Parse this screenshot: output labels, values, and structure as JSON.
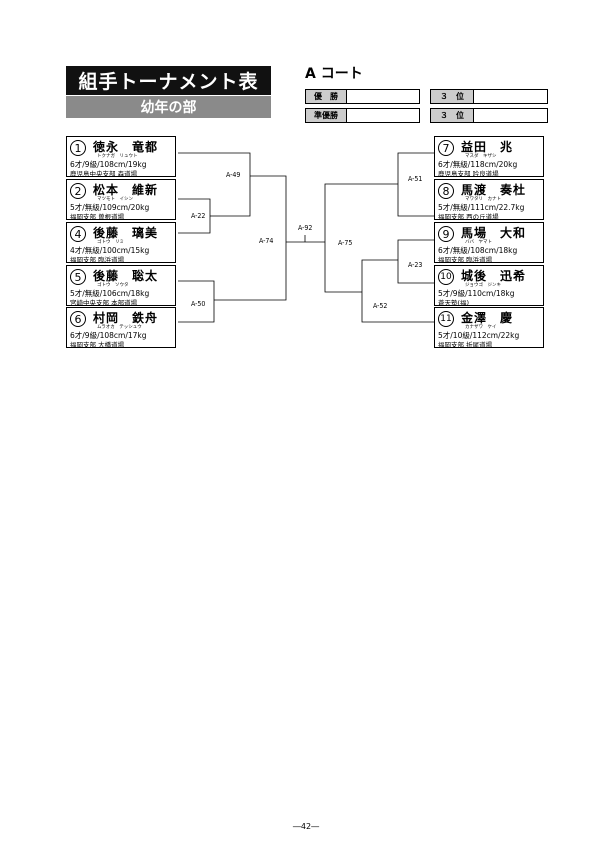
{
  "header": {
    "title": "組手トーナメント表",
    "division": "幼年の部",
    "court": "A コート"
  },
  "results": {
    "first_label": "優　勝",
    "second_label": "準優勝",
    "third_label_1": "３　位",
    "third_label_2": "３　位"
  },
  "entries": [
    {
      "num": "1",
      "name": "徳永　竜都",
      "kana": "トクナガ　リュウト",
      "info": "6才/9級/108cm/19kg",
      "club": "鹿児島中央支部 森道場"
    },
    {
      "num": "2",
      "name": "松本　維新",
      "kana": "マツモト　イシン",
      "info": "5才/無級/109cm/20kg",
      "club": "福岡支部 曽根道場"
    },
    {
      "num": "4",
      "name": "後藤　璃美",
      "kana": "ゴトウ　リミ",
      "info": "4才/無級/100cm/15kg",
      "club": "福岡支部 臨浜道場"
    },
    {
      "num": "5",
      "name": "後藤　聡太",
      "kana": "ゴトウ　ソウタ",
      "info": "5才/無級/106cm/18kg",
      "club": "宮崎中央支部 本部道場"
    },
    {
      "num": "6",
      "name": "村岡　鉄舟",
      "kana": "ムラオカ　テッシュウ",
      "info": "6才/9級/108cm/17kg",
      "club": "福岡支部 大橋道場"
    },
    {
      "num": "7",
      "name": "益田　兆",
      "kana": "マスダ　キザシ",
      "info": "6才/無級/118cm/20kg",
      "club": "鹿児島支部 吟良道場"
    },
    {
      "num": "8",
      "name": "馬渡　奏杜",
      "kana": "マワタリ　カナト",
      "info": "5才/無級/111cm/22.7kg",
      "club": "福岡支部 西の丘道場"
    },
    {
      "num": "9",
      "name": "馬場　大和",
      "kana": "ババ　ヤマト",
      "info": "6才/無級/108cm/18kg",
      "club": "福岡支部 臨浜道場"
    },
    {
      "num": "10",
      "name": "城後　迅希",
      "kana": "ジョウゴ　ジンキ",
      "info": "5才/9級/110cm/18kg",
      "club": "蒼天塾(福)"
    },
    {
      "num": "11",
      "name": "金澤　慶",
      "kana": "カナザワ　ケイ",
      "info": "5才/10級/112cm/22kg",
      "club": "福岡支部 折尾道場"
    }
  ],
  "matches": {
    "a22": "A-22",
    "a49": "A-49",
    "a50": "A-50",
    "a74": "A-74",
    "a92": "A-92",
    "a75": "A-75",
    "a51": "A-51",
    "a23": "A-23",
    "a52": "A-52"
  },
  "footer": {
    "page": "―42―"
  }
}
